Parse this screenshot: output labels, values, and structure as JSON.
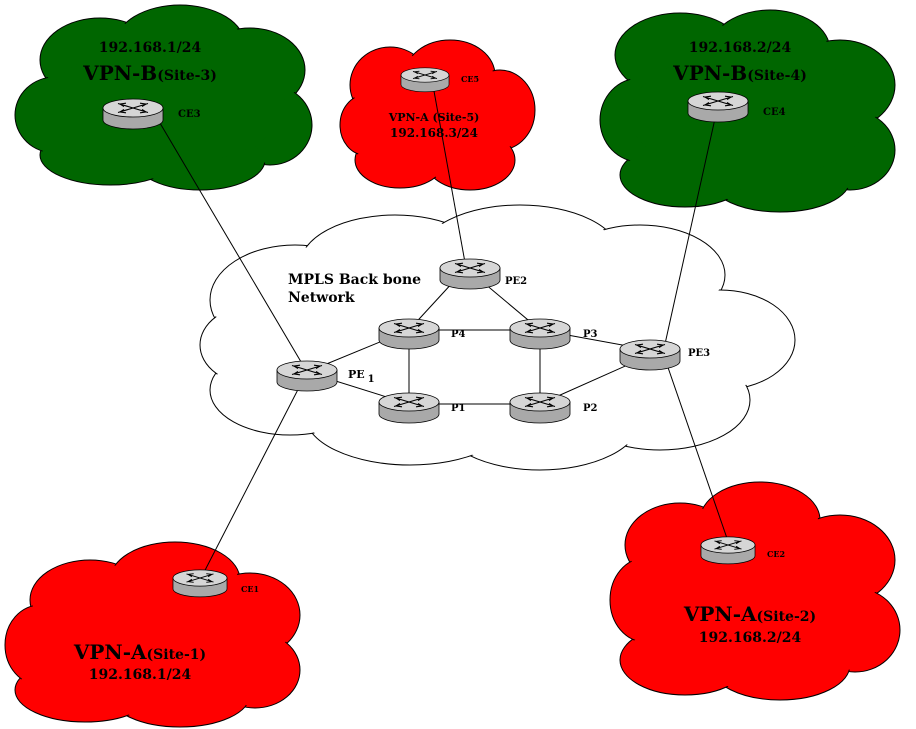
{
  "colors": {
    "green_site": "#006600",
    "red_site": "#ff0000",
    "backbone": "#ffffff",
    "outline": "#000000",
    "router_top": "#d6d6d6",
    "router_side": "#a9a9a9"
  },
  "backbone": {
    "title_line1": "MPLS Back bone",
    "title_line2": "Network"
  },
  "sites": {
    "site3": {
      "subnet": "192.168.1/24",
      "vpn": "VPN-B",
      "site": "(Site-3)",
      "router": "CE3"
    },
    "site4": {
      "subnet": "192.168.2/24",
      "vpn": "VPN-B",
      "site": "(Site-4)",
      "router": "CE4"
    },
    "site5": {
      "router": "CE5",
      "vpn_site": "VPN-A (Site-5)",
      "subnet": "192.168.3/24"
    },
    "site1": {
      "router": "CE1",
      "vpn": "VPN-A",
      "site": "(Site-1)",
      "subnet": "192.168.1/24"
    },
    "site2": {
      "router": "CE2",
      "vpn": "VPN-A",
      "site": "(Site-2)",
      "subnet": "192.168.2/24"
    }
  },
  "routers": {
    "pe1": "PE",
    "pe1_sub": "1",
    "pe2": "PE2",
    "pe3": "PE3",
    "p1": "P1",
    "p2": "P2",
    "p3": "P3",
    "p4": "P4"
  },
  "router_icon": "router-icon"
}
